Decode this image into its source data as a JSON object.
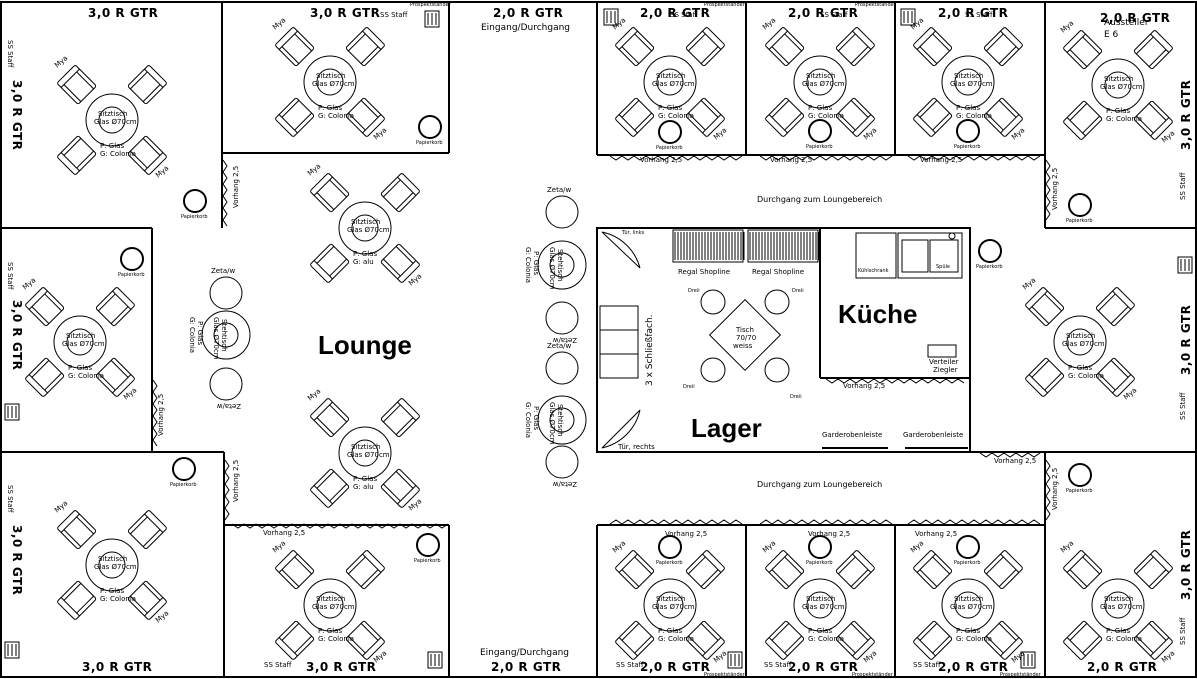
{
  "table": {
    "line1": "Sitztisch",
    "line2": "Glas Ø70cm",
    "p_glas": "P: Glas",
    "g_colonia": "G: Colonia",
    "g_alu": "G: alu"
  },
  "chair_label": "Mya",
  "basket_label": "Papierkorb",
  "curtain_label": "Vorhang 2,5",
  "staff_label": "SS Staff",
  "passage_top": "Eingang/Durchgang",
  "passage_bottom": "Eingang/Durchgang",
  "corridor_label": "Durchgang zum Loungebereich",
  "wall_top": "Prospektständer",
  "wall_bottom": "Prospektständer",
  "exhibitor": "Aussteller",
  "exhibitor_num": "E 6",
  "booth_labels": {
    "gtr20": "2,0 R GTR",
    "gtr30": "3,0 R GTR"
  },
  "stand_table": {
    "zeta": "Zeta/w",
    "line1": "Stehtisch",
    "line2": "Glas Ø70cm",
    "p_glas": "P: Glas",
    "g_colonia": "G: Colonia"
  },
  "lounge_title": "Lounge",
  "kitchen_title": "Küche",
  "storage_title": "Lager",
  "storage": {
    "shelf": "Regal Shopline",
    "lockers": "3 x Schließfach.",
    "door_left": "Tür, links",
    "door_right": "Tür, rechts",
    "square_table_1": "Tisch",
    "square_table_2": "70/70",
    "square_table_3": "weiss",
    "chair": "Dreii",
    "coat_rail": "Garderobenleiste"
  },
  "kitchen": {
    "cabinet": "Kühlschrank",
    "sink": "Spüle",
    "distributor_1": "Verteiler",
    "distributor_2": "Ziegler"
  }
}
